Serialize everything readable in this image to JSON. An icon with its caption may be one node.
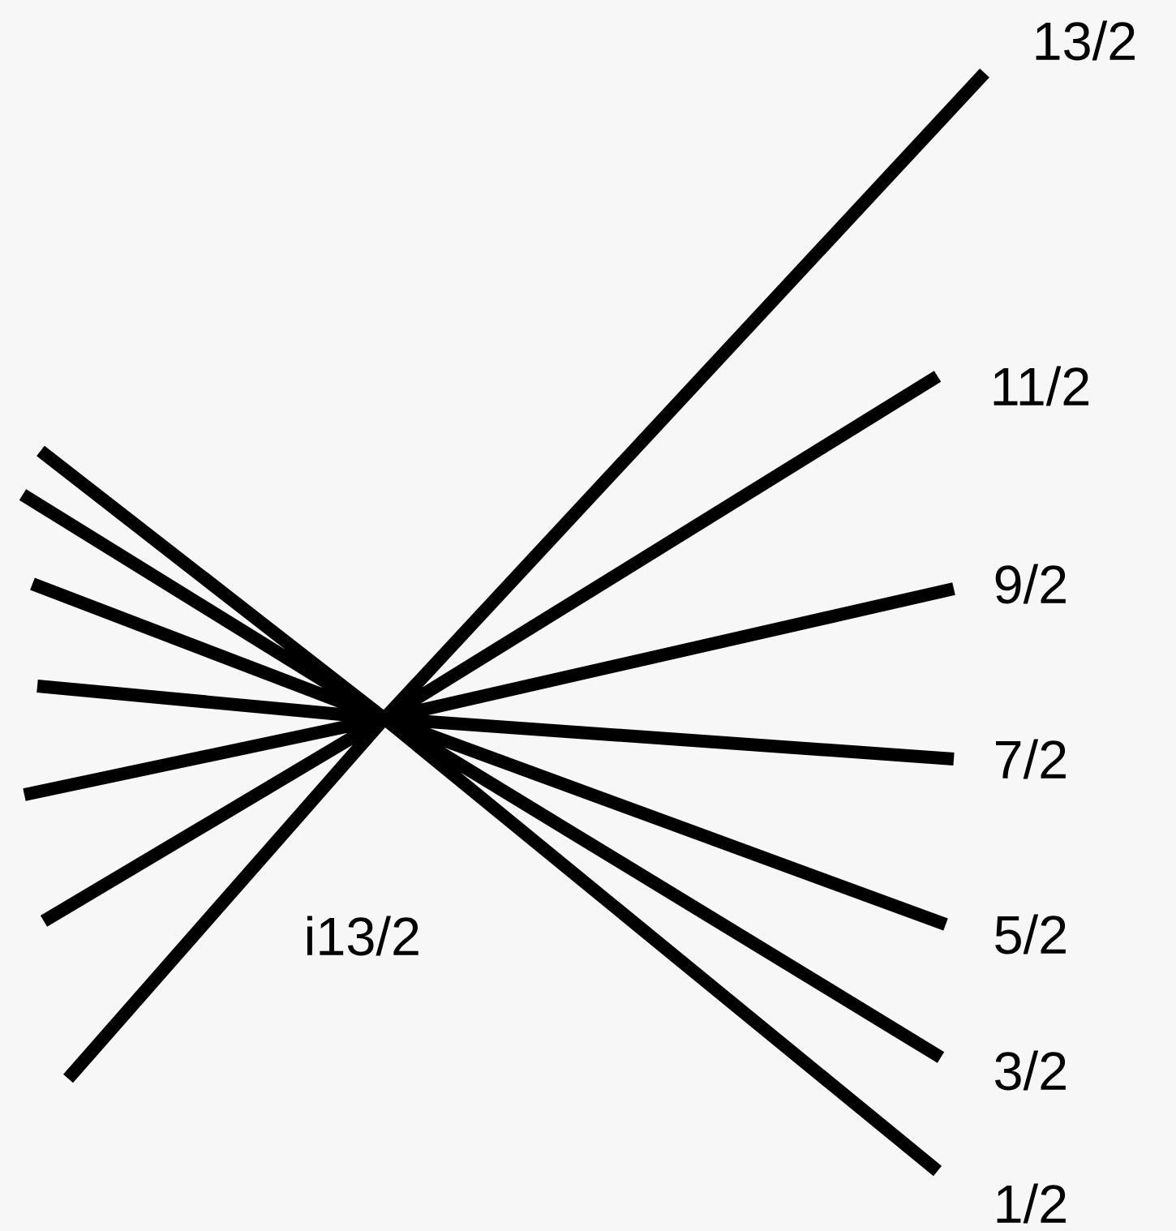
{
  "diagram": {
    "labels": [
      "13/2",
      "11/2",
      "9/2",
      "7/2",
      "i13/2",
      "5/2",
      "3/2",
      "1/2"
    ]
  }
}
